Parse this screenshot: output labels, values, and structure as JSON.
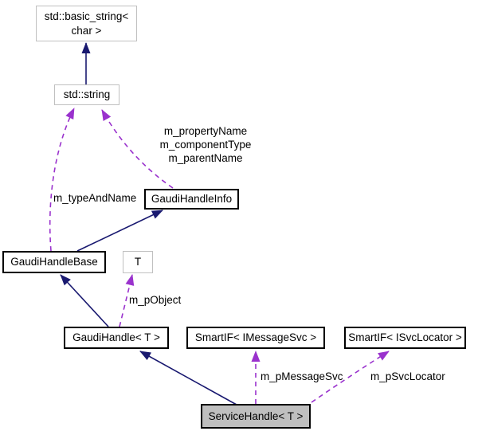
{
  "diagram": {
    "kind": "collaboration-graph",
    "focus_class": "ServiceHandle< T >"
  },
  "colors": {
    "inheritance": "#191970",
    "usage": "#9a32cd",
    "node_border": "#000000",
    "external_border": "#c0c0c0",
    "node_fill": "#ffffff",
    "selected_fill": "#bfbfbf",
    "background": "#ffffff",
    "text": "#000000"
  },
  "nodes": {
    "basic_string": {
      "label": "std::basic_string<\nchar >"
    },
    "std_string": {
      "label": "std::string"
    },
    "gaudi_handle_info": {
      "label": "GaudiHandleInfo"
    },
    "gaudi_handle_base": {
      "label": "GaudiHandleBase"
    },
    "template_t": {
      "label": "T"
    },
    "gaudi_handle": {
      "label": "GaudiHandle< T >"
    },
    "smartif_imessagesvc": {
      "label": "SmartIF< IMessageSvc >"
    },
    "smartif_isvclocator": {
      "label": "SmartIF< ISvcLocator >"
    },
    "service_handle": {
      "label": "ServiceHandle< T >"
    }
  },
  "edge_labels": {
    "info_to_string": "m_propertyName\nm_componentType\nm_parentName",
    "base_to_string": "m_typeAndName",
    "handle_to_t": "m_pObject",
    "service_to_msgsvc": "m_pMessageSvc",
    "service_to_svcloc": "m_pSvcLocator"
  },
  "edges": [
    {
      "from": "std::string",
      "to": "std::basic_string< char >",
      "type": "inheritance",
      "label": ""
    },
    {
      "from": "GaudiHandleBase",
      "to": "GaudiHandleInfo",
      "type": "inheritance",
      "label": ""
    },
    {
      "from": "GaudiHandle< T >",
      "to": "GaudiHandleBase",
      "type": "inheritance",
      "label": ""
    },
    {
      "from": "ServiceHandle< T >",
      "to": "GaudiHandle< T >",
      "type": "inheritance",
      "label": ""
    },
    {
      "from": "GaudiHandleInfo",
      "to": "std::string",
      "type": "usage",
      "label": "m_propertyName\nm_componentType\nm_parentName"
    },
    {
      "from": "GaudiHandleBase",
      "to": "std::string",
      "type": "usage",
      "label": "m_typeAndName"
    },
    {
      "from": "GaudiHandle< T >",
      "to": "T",
      "type": "usage",
      "label": "m_pObject"
    },
    {
      "from": "ServiceHandle< T >",
      "to": "SmartIF< IMessageSvc >",
      "type": "usage",
      "label": "m_pMessageSvc"
    },
    {
      "from": "ServiceHandle< T >",
      "to": "SmartIF< ISvcLocator >",
      "type": "usage",
      "label": "m_pSvcLocator"
    }
  ]
}
